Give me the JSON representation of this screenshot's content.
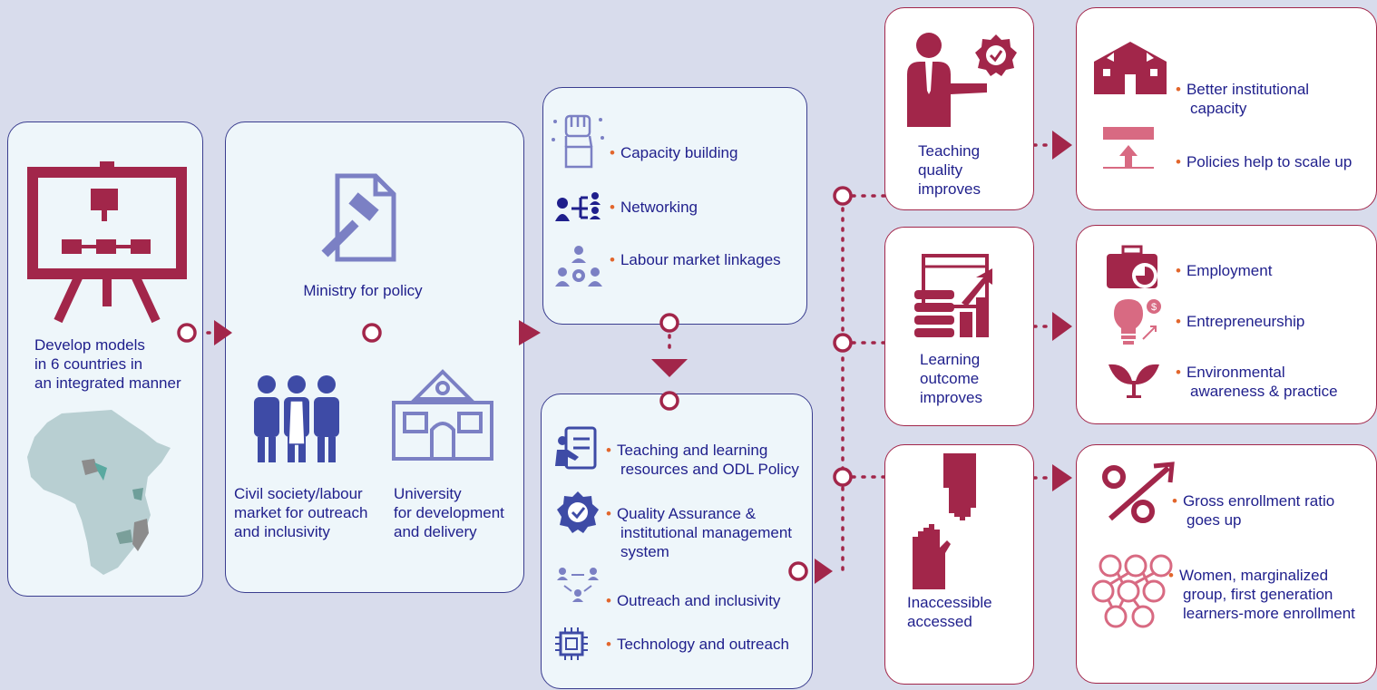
{
  "colors": {
    "background": "#d8dcec",
    "navy": "#1f1f8c",
    "crimson": "#a2264a",
    "bullet_orange": "#e2662c",
    "policy_blue": "#7b80c4",
    "light_blue_fill": "#eef6fa"
  },
  "develop": {
    "text_line1": "Develop models",
    "text_line2": "in 6 countries in",
    "text_line3": "an integrated manner",
    "icons": [
      "presentation-easel-icon",
      "africa-map-icon"
    ]
  },
  "stakeholders": {
    "ministry": "Ministry for policy",
    "civil_line1": "Civil society/labour",
    "civil_line2": "market for outreach",
    "civil_line3": "and inclusivity",
    "university_line1": "University",
    "university_line2": "for development",
    "university_line3": "and delivery",
    "icons": [
      "policy-document-gavel-icon",
      "people-group-icon",
      "university-building-icon"
    ]
  },
  "inputs": {
    "items": [
      {
        "label": "Capacity building",
        "icon": "raised-fist-icon"
      },
      {
        "label": "Networking",
        "icon": "network-people-icon"
      },
      {
        "label": "Labour market linkages",
        "icon": "people-gear-icon"
      }
    ]
  },
  "activities": {
    "items": [
      {
        "line1": "Teaching and learning",
        "line2": "resources and ODL Policy",
        "line3": "",
        "icon": "teacher-board-icon"
      },
      {
        "line1": "Quality Assurance &",
        "line2": "institutional management",
        "line3": "system",
        "icon": "quality-badge-icon"
      },
      {
        "line1": "Outreach and inclusivity",
        "line2": "",
        "line3": "",
        "icon": "outreach-people-icon"
      },
      {
        "line1": "Technology and outreach",
        "line2": "",
        "line3": "",
        "icon": "microchip-icon"
      }
    ]
  },
  "outcomes": {
    "teaching": {
      "line1": "Teaching",
      "line2": "quality",
      "line3": "improves",
      "icon": "businessman-badge-icon"
    },
    "learning": {
      "line1": "Learning",
      "line2": "outcome",
      "line3": "improves",
      "icon": "growth-book-icon"
    },
    "access": {
      "line1": "Inaccessible",
      "line2": "accessed",
      "icon": "hands-reaching-icon"
    }
  },
  "impacts": {
    "institutional": {
      "item1_line1": "Better institutional",
      "item1_line2": "capacity",
      "item2": "Policies help to scale up",
      "icons": [
        "institution-building-icon",
        "scale-up-arrow-icon"
      ]
    },
    "livelihood": {
      "item1": "Employment",
      "item2": "Entrepreneurship",
      "item3_line1": "Environmental",
      "item3_line2": "awareness & practice",
      "icons": [
        "briefcase-chart-icon",
        "lightbulb-dollar-icon",
        "plant-sprout-icon"
      ]
    },
    "enrollment": {
      "item1_line1": "Gross enrollment ratio",
      "item1_line2": "goes up",
      "item2_line1": "Women, marginalized",
      "item2_line2": "group, first generation",
      "item2_line3": "learners-more enrollment",
      "icons": [
        "percent-up-icon",
        "people-network-icon"
      ]
    }
  }
}
